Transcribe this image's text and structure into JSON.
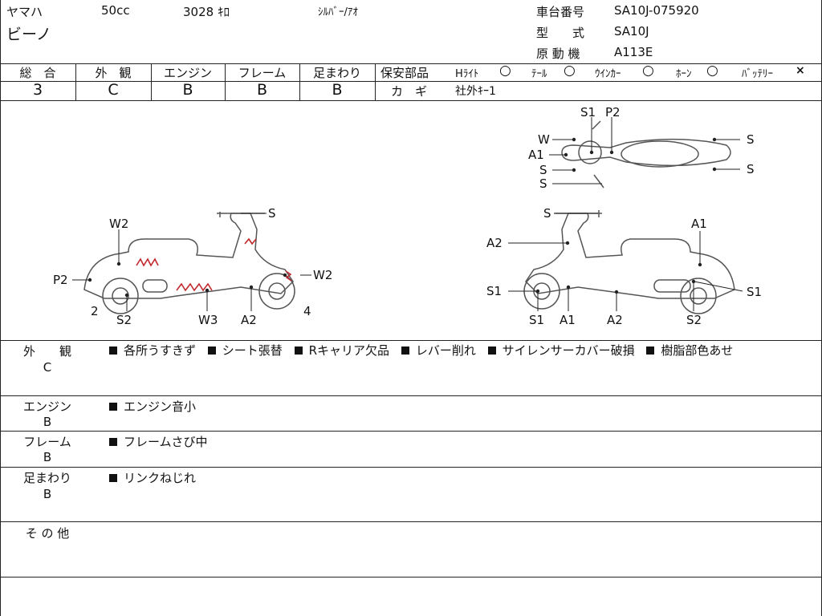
{
  "header": {
    "maker": "ヤマハ",
    "displacement": "50cc",
    "mileage": "3028 ｷﾛ",
    "color": "ｼﾙﾊﾞｰ/ｱｵ",
    "model_name": "ビーノ",
    "frame_no_label": "車台番号",
    "frame_no": "SA10J-075920",
    "type_label": "型　　式",
    "type": "SA10J",
    "engine_label": "原 動 機",
    "engine": "A113E"
  },
  "grades": {
    "overall": {
      "label": "総　合",
      "value": "3"
    },
    "exterior": {
      "label": "外　観",
      "value": "C"
    },
    "engine": {
      "label": "エンジン",
      "value": "B"
    },
    "frame": {
      "label": "フレーム",
      "value": "B"
    },
    "suspension": {
      "label": "足まわり",
      "value": "B"
    }
  },
  "safety": {
    "label": "保安部品",
    "headlight": "Hﾗｲﾄ",
    "headlight_mark": "○",
    "tail": "ﾃｰﾙ",
    "tail_mark": "○",
    "winker": "ｳｲﾝｶｰ",
    "winker_mark": "○",
    "horn": "ﾎｰﾝ",
    "horn_mark": "○",
    "battery": "ﾊﾞｯﾃﾘｰ",
    "battery_mark": "×",
    "key_label": "カ　ギ",
    "key_value": "社外ｷｰ1"
  },
  "diagram": {
    "left": {
      "labels": [
        "S",
        "W2",
        "W2",
        "P2",
        "2",
        "S2",
        "W3",
        "A2",
        "4"
      ]
    },
    "top": {
      "labels": [
        "S1",
        "P2",
        "W",
        "A1",
        "S",
        "S",
        "S",
        "S"
      ]
    },
    "right": {
      "labels": [
        "S",
        "A1",
        "A2",
        "S1",
        "S1",
        "A1",
        "A2",
        "S2",
        "S1"
      ]
    }
  },
  "notes": [
    {
      "label": "外　　観",
      "grade": "C",
      "text": "各所うすきず",
      "items": [
        "各所うすきず",
        "シート張替",
        "Rキャリア欠品",
        "レバー削れ",
        "サイレンサーカバー破損",
        "樹脂部色あせ"
      ]
    },
    {
      "label": "エンジン",
      "grade": "B",
      "items": [
        "エンジン音小"
      ]
    },
    {
      "label": "フレーム",
      "grade": "B",
      "items": [
        "フレームさび中"
      ]
    },
    {
      "label": "足まわり",
      "grade": "B",
      "items": [
        "リンクねじれ"
      ]
    },
    {
      "label": "そ の 他",
      "grade": "",
      "items": []
    }
  ]
}
